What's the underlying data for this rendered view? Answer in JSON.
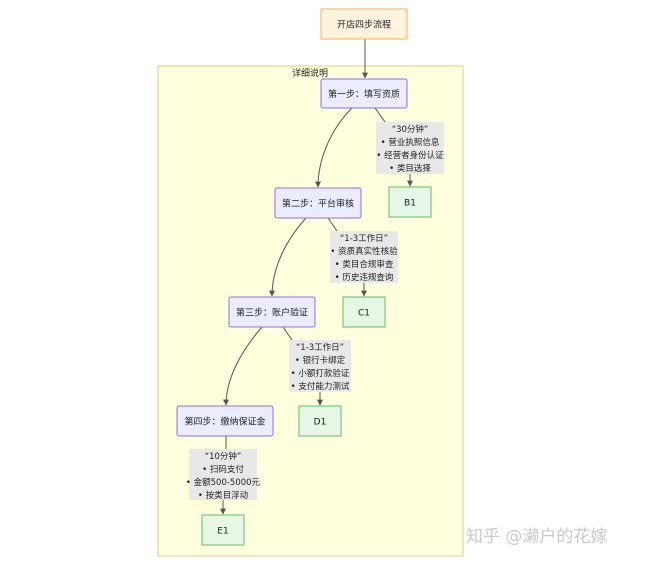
{
  "diagram": {
    "title_node": "开店四步流程",
    "cluster_label": "详细说明",
    "steps": [
      "第一步：填写资质",
      "第二步：平台审核",
      "第三步：账户验证",
      "第四步：缴纳保证金"
    ],
    "notes": [
      [
        "“30分钟”",
        "• 营业执照信息",
        "• 经营者身份认证",
        "• 类目选择"
      ],
      [
        "“1-3工作日”",
        "• 资质真实性核验",
        "• 类目合规审查",
        "• 历史违规查询"
      ],
      [
        "“1-3工作日”",
        "• 银行卡绑定",
        "• 小额打款验证",
        "• 支付能力测试"
      ],
      [
        "“10分钟”",
        "• 扫码支付",
        "• 金额500-5000元",
        "• 按类目浮动"
      ]
    ],
    "end_nodes": [
      "B1",
      "C1",
      "D1",
      "E1"
    ]
  },
  "colors": {
    "title_fill": "#fff3dd",
    "title_stroke": "#f0b25a",
    "cluster_fill": "#ffffde",
    "cluster_stroke": "#d6d28a",
    "step_fill": "#ececff",
    "step_stroke": "#9370db",
    "note_fill": "#e8e8e8",
    "end_fill": "#e6f7e6",
    "end_stroke": "#7cc87c",
    "edge": "#555555"
  },
  "watermark": "知乎 @濑户的花嫁"
}
